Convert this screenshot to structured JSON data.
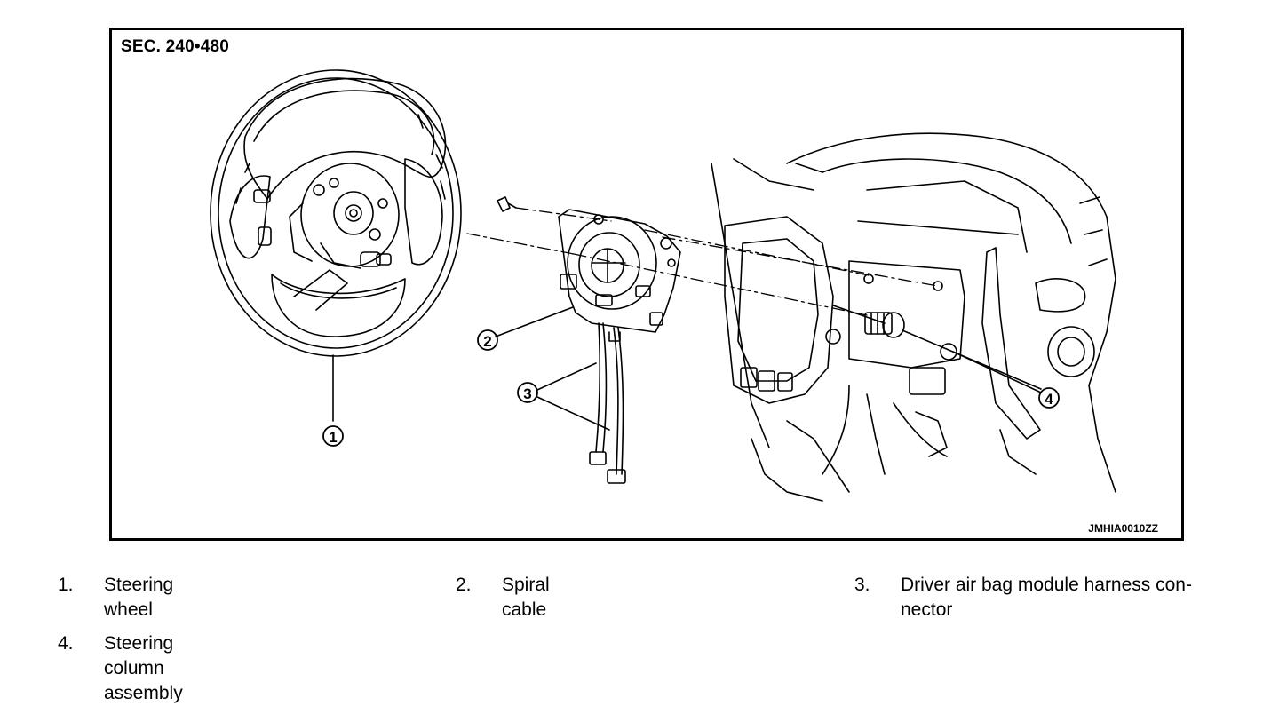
{
  "figure": {
    "section": "SEC. 240•480",
    "image_code": "JMHIA0010ZZ",
    "callouts": [
      "1",
      "2",
      "3",
      "4"
    ]
  },
  "legend": [
    {
      "num": "1.",
      "text": "Steering wheel"
    },
    {
      "num": "2.",
      "text": "Spiral cable"
    },
    {
      "num": "3.",
      "text": "Driver air bag module harness con-\nnector"
    },
    {
      "num": "4.",
      "text": "Steering column assembly"
    }
  ]
}
